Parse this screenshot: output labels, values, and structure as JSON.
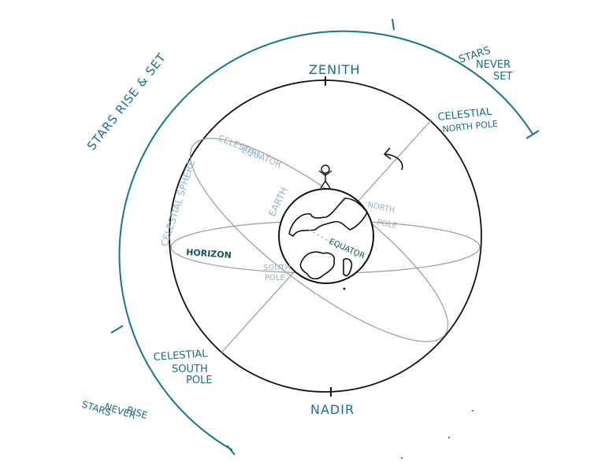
{
  "labels": {
    "zenith": "ZENITH",
    "nadir": "NADIR",
    "celestial_north_pole_line1": "CELESTIAL",
    "celestial_north_pole_line2": "NORTH POLE",
    "celestial_south_pole_line1": "CELESTIAL",
    "celestial_south_pole_line2": "SOUTH",
    "celestial_south_pole_line3": "POLE",
    "celestial_equator_line1": "CELESTIAL",
    "celestial_equator_line2": "EQUATOR",
    "celestial_sphere": "CELESTIAL SPHERE",
    "earth": "EARTH",
    "north_pole_line1": "NORTH",
    "north_pole_line2": "POLE",
    "south_pole_line1": "SOUTH",
    "south_pole_line2": "POLE",
    "equator": "EQUATOR",
    "horizon": "HORIZON",
    "stars_rise_set": "STARS RISE & SET",
    "stars_never_set_line1": "STARS",
    "stars_never_set_line2": "NEVER",
    "stars_never_set_line3": "SET",
    "stars_never_rise_line1": "STARS",
    "stars_never_rise_line2": "NEVER",
    "stars_never_rise_line3": "RISE"
  },
  "colors": {
    "ink": "#111111",
    "teal": "#16748f",
    "light_blue": "#8fb6cc",
    "gray_line": "#9a9a9a"
  }
}
